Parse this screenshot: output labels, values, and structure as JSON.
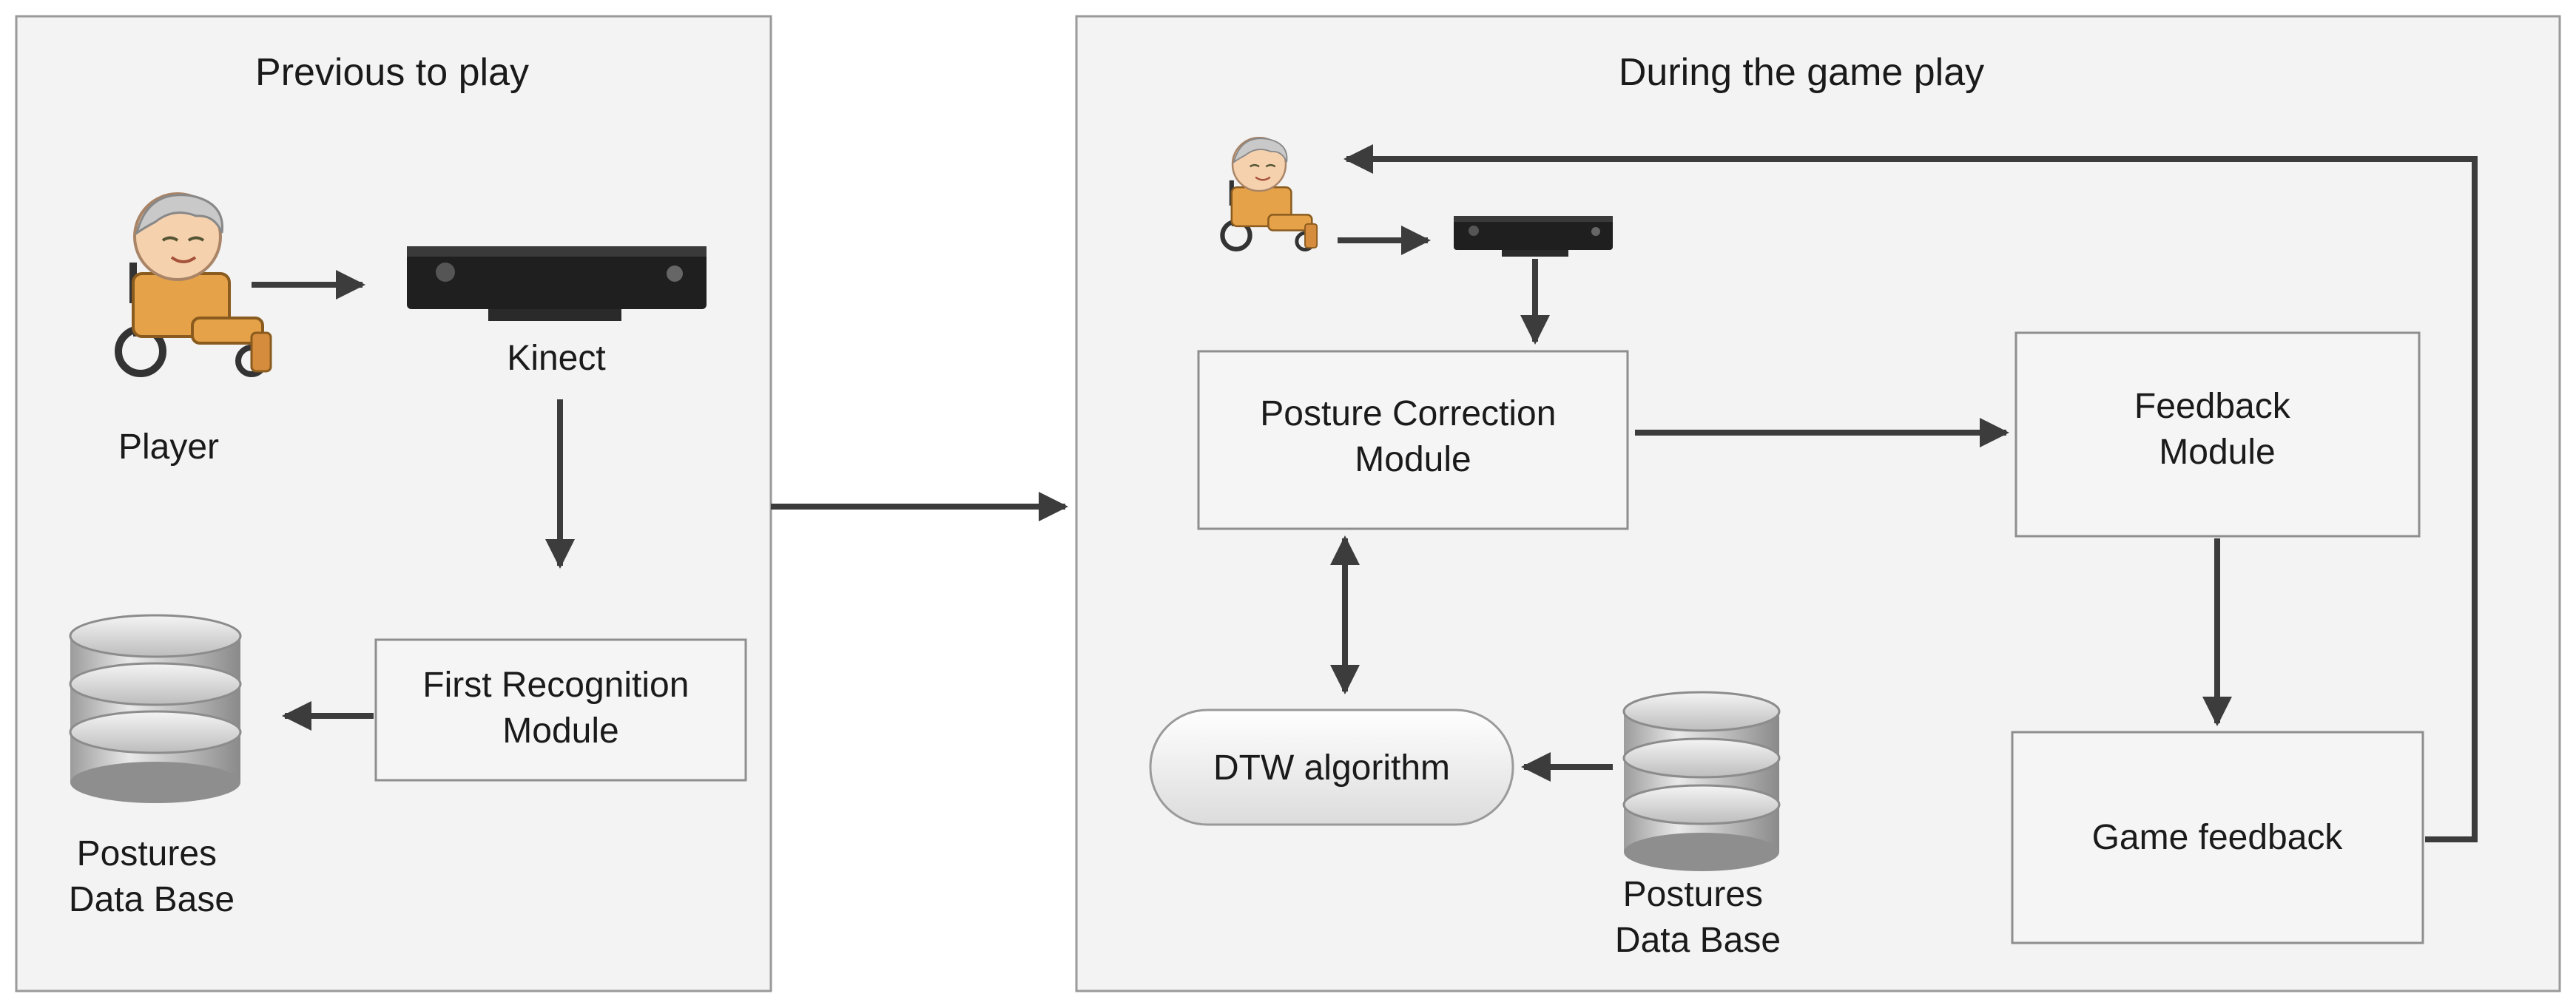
{
  "panels": {
    "before": {
      "title": "Previous to play"
    },
    "during": {
      "title": "During the game play"
    }
  },
  "labels": {
    "player": "Player",
    "kinect": "Kinect",
    "first_recognition": [
      "First Recognition",
      "Module"
    ],
    "postures_db_left": [
      "Postures",
      "Data Base"
    ],
    "posture_correction": [
      "Posture Correction",
      "Module"
    ],
    "feedback_module": [
      "Feedback",
      "Module"
    ],
    "dtw": "DTW algorithm",
    "game_feedback": "Game feedback",
    "postures_db_right": [
      "Postures",
      "Data Base"
    ]
  }
}
